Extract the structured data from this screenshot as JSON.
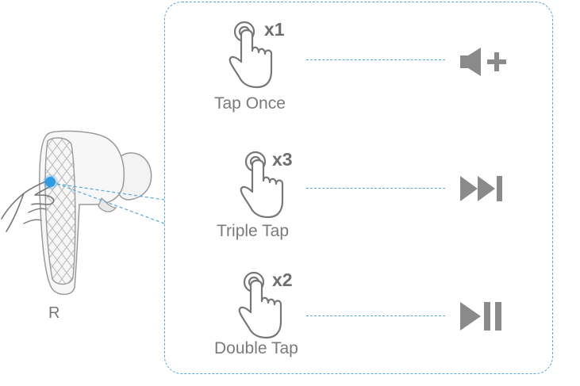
{
  "side_label": "R",
  "gestures": [
    {
      "tap_count": "x1",
      "label": "Tap Once",
      "action_icon": "volume-up-icon"
    },
    {
      "tap_count": "x3",
      "label": "Triple Tap",
      "action_icon": "next-track-icon"
    },
    {
      "tap_count": "x2",
      "label": "Double Tap",
      "action_icon": "play-pause-icon"
    }
  ],
  "colors": {
    "panel_border": "#5aa8d8",
    "touch_point": "#2f9be0",
    "icon_gray": "#8a8a8a",
    "text_gray": "#7a7a7a"
  }
}
